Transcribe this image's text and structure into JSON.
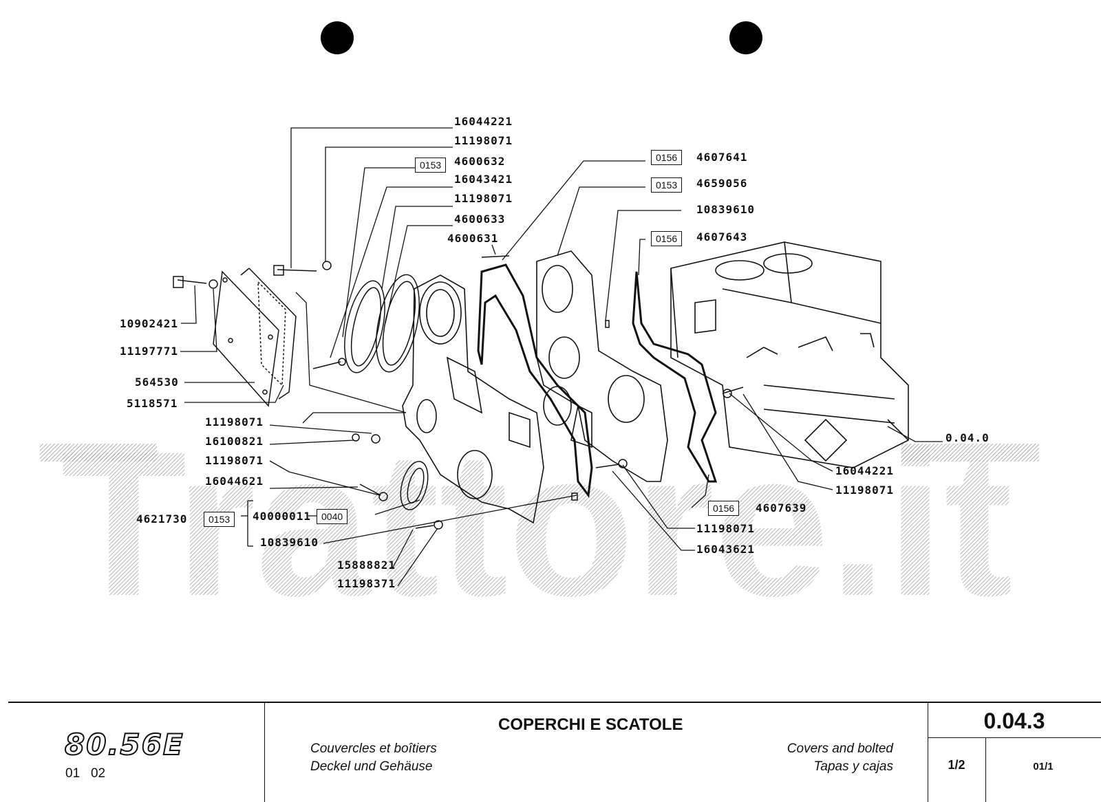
{
  "callouts": {
    "c16044221a": "16044221",
    "c11198071a": "11198071",
    "c4600632": "4600632",
    "c16043421": "16043421",
    "c11198071b": "11198071",
    "c4600633": "4600633",
    "c4600631": "4600631",
    "c10902421": "10902421",
    "c11197771": "11197771",
    "c564530": "564530",
    "c5118571": "5118571",
    "c11198071c": "11198071",
    "c16100821": "16100821",
    "c11198071d": "11198071",
    "c16044621": "16044621",
    "c4621730": "4621730",
    "c40000011": "40000011",
    "c10839610a": "10839610",
    "c15888821": "15888821",
    "c11198371": "11198371",
    "c4607641": "4607641",
    "c4659056": "4659056",
    "c10839610b": "10839610",
    "c4607643": "4607643",
    "c0040": "0.04.0",
    "c16044221b": "16044221",
    "c11198071e": "11198071",
    "c4607639": "4607639",
    "c11198071f": "11198071",
    "c16043621": "16043621"
  },
  "codes": {
    "b0153a": "0153",
    "b0153b": "0153",
    "b0040": "0040",
    "b0156a": "0156",
    "b0153c": "0153",
    "b0156b": "0156",
    "b0156c": "0156"
  },
  "watermark": "Trattore.it",
  "footer": {
    "model": "80.56E",
    "model_sub": "01   02",
    "title_it": "COPERCHI E SCATOLE",
    "title_fr": "Couvercles et boîtiers",
    "title_de": "Deckel und Gehäuse",
    "title_en": "Covers and bolted",
    "title_es": "Tapas y cajas",
    "section": "0.04.3",
    "page": "1/2",
    "revision": "01/1"
  }
}
